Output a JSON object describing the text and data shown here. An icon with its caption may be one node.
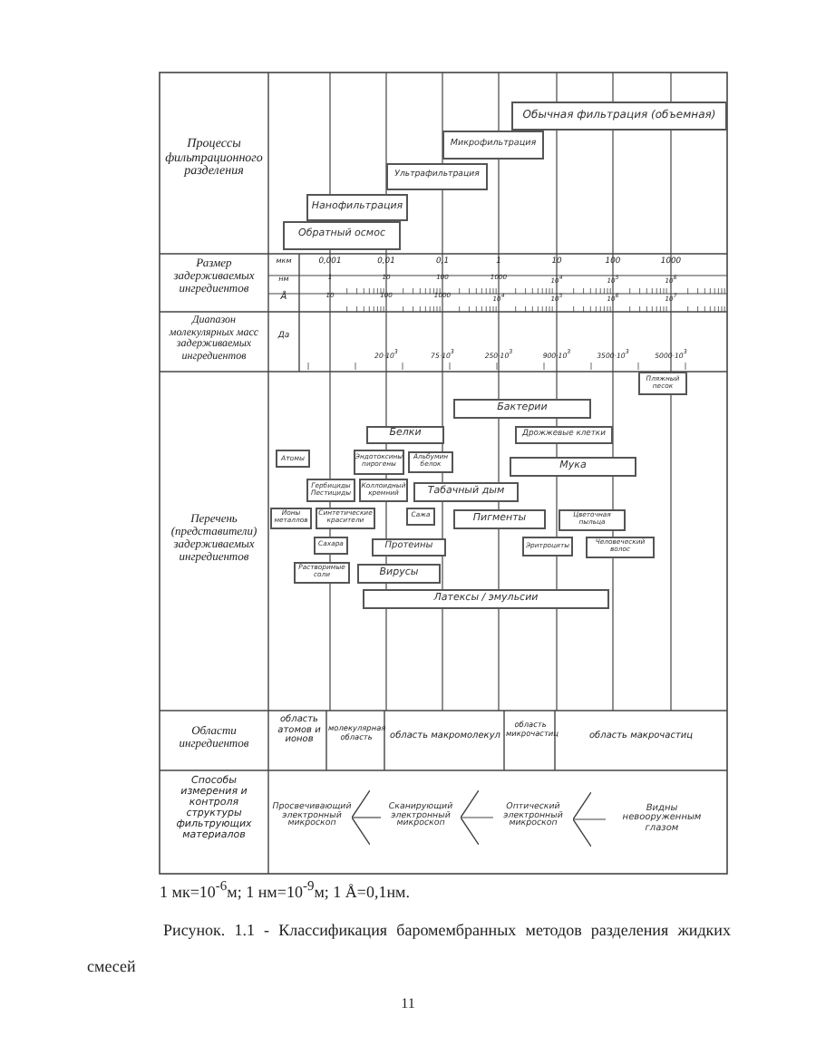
{
  "diagram": {
    "caption": "Рисунок. 1.1 - Классификация баромембранных методов разделения жидких смесей",
    "nodes": [
      {
        "text": [
          "Обычная фильтрация (объемная)"
        ]
      },
      {
        "text": [
          "Микрофильтрация"
        ]
      },
      {
        "text": [
          "Ультрафильтрация"
        ]
      },
      {
        "text": [
          "Нанофильтрация"
        ]
      },
      {
        "text": [
          "Обратный осмос"
        ]
      },
      {
        "text": [
          "Пляжный песок"
        ]
      },
      {
        "text": [
          "Бактерии"
        ]
      },
      {
        "text": [
          "Белки"
        ]
      },
      {
        "text": [
          "Дрожжевые клетки"
        ]
      },
      {
        "text": [
          "Атомы"
        ]
      },
      {
        "text": [
          "Эндотоксины пирогены"
        ]
      },
      {
        "text": [
          "Альбумин белок"
        ]
      },
      {
        "text": [
          "Мука"
        ]
      },
      {
        "text": [
          "Гербициды Пестициды"
        ]
      },
      {
        "text": [
          "Коллоидный кремний"
        ]
      },
      {
        "text": [
          "Табачный дым"
        ]
      },
      {
        "text": [
          "Ионы металлов"
        ]
      },
      {
        "text": [
          "Синтетические красители"
        ]
      },
      {
        "text": [
          "Сажа"
        ]
      },
      {
        "text": [
          "Пигменты"
        ]
      },
      {
        "text": [
          "Цветочная пыльца"
        ]
      },
      {
        "text": [
          "Сахара"
        ]
      },
      {
        "text": [
          "Протеины"
        ]
      },
      {
        "text": [
          "Эритроциты"
        ]
      },
      {
        "text": [
          "Человеческий волос"
        ]
      },
      {
        "text": [
          "Растворимые соли"
        ]
      },
      {
        "text": [
          "Вирусы"
        ]
      },
      {
        "text": [
          "Латексы / эмульсии"
        ]
      },
      {
        "text": [
          "Просвечивающий электронный микроскоп"
        ]
      },
      {
        "text": [
          "Сканирующий электронный микроскоп"
        ]
      },
      {
        "text": [
          "Оптический электронный микроскоп"
        ]
      },
      {
        "text": [
          "Видны невооруженным глазом"
        ]
      }
    ],
    "edges": [
      {
        "from": 29,
        "to": 28,
        "arrow": "to"
      },
      {
        "from": 30,
        "to": 29,
        "arrow": "to"
      },
      {
        "from": 31,
        "to": 30,
        "arrow": "to"
      }
    ],
    "labels": [
      "Процессы фильтрационного разделения",
      "Размер задерживаемых ингредиентов",
      "мкм",
      "0,001",
      "0,01",
      "0,1",
      "1",
      "10",
      "100",
      "1000",
      "нм",
      "1",
      "10",
      "100",
      "1000",
      "10$^{4}$",
      "10$^{5}$",
      "10$^{6}$",
      "Å",
      "10",
      "100",
      "1000",
      "10$^{4}$",
      "10$^{5}$",
      "10$^{6}$",
      "10$^{7}$",
      "Диапазон молекулярных масс задерживаемых ингредиентов",
      "Да",
      "20·10$^{3}$",
      "75·10$^{3}$",
      "250·10$^{3}$",
      "900·10$^{3}$",
      "3500·10$^{3}$",
      "5000·10$^{3}$",
      "Перечень (представители) задерживаемых ингредиентов",
      "Области ингредиентов",
      "область атомов и ионов",
      "молекулярная область",
      "область макромолекул",
      "область микрочастиц",
      "область макрочастиц",
      "Способы измерения и контроля структуры фильтрующих материалов",
      "1 мк=10$^{-6}$м; 1 нм=10$^{-9}$м; 1 Å=0,1нм.",
      "11"
    ]
  }
}
